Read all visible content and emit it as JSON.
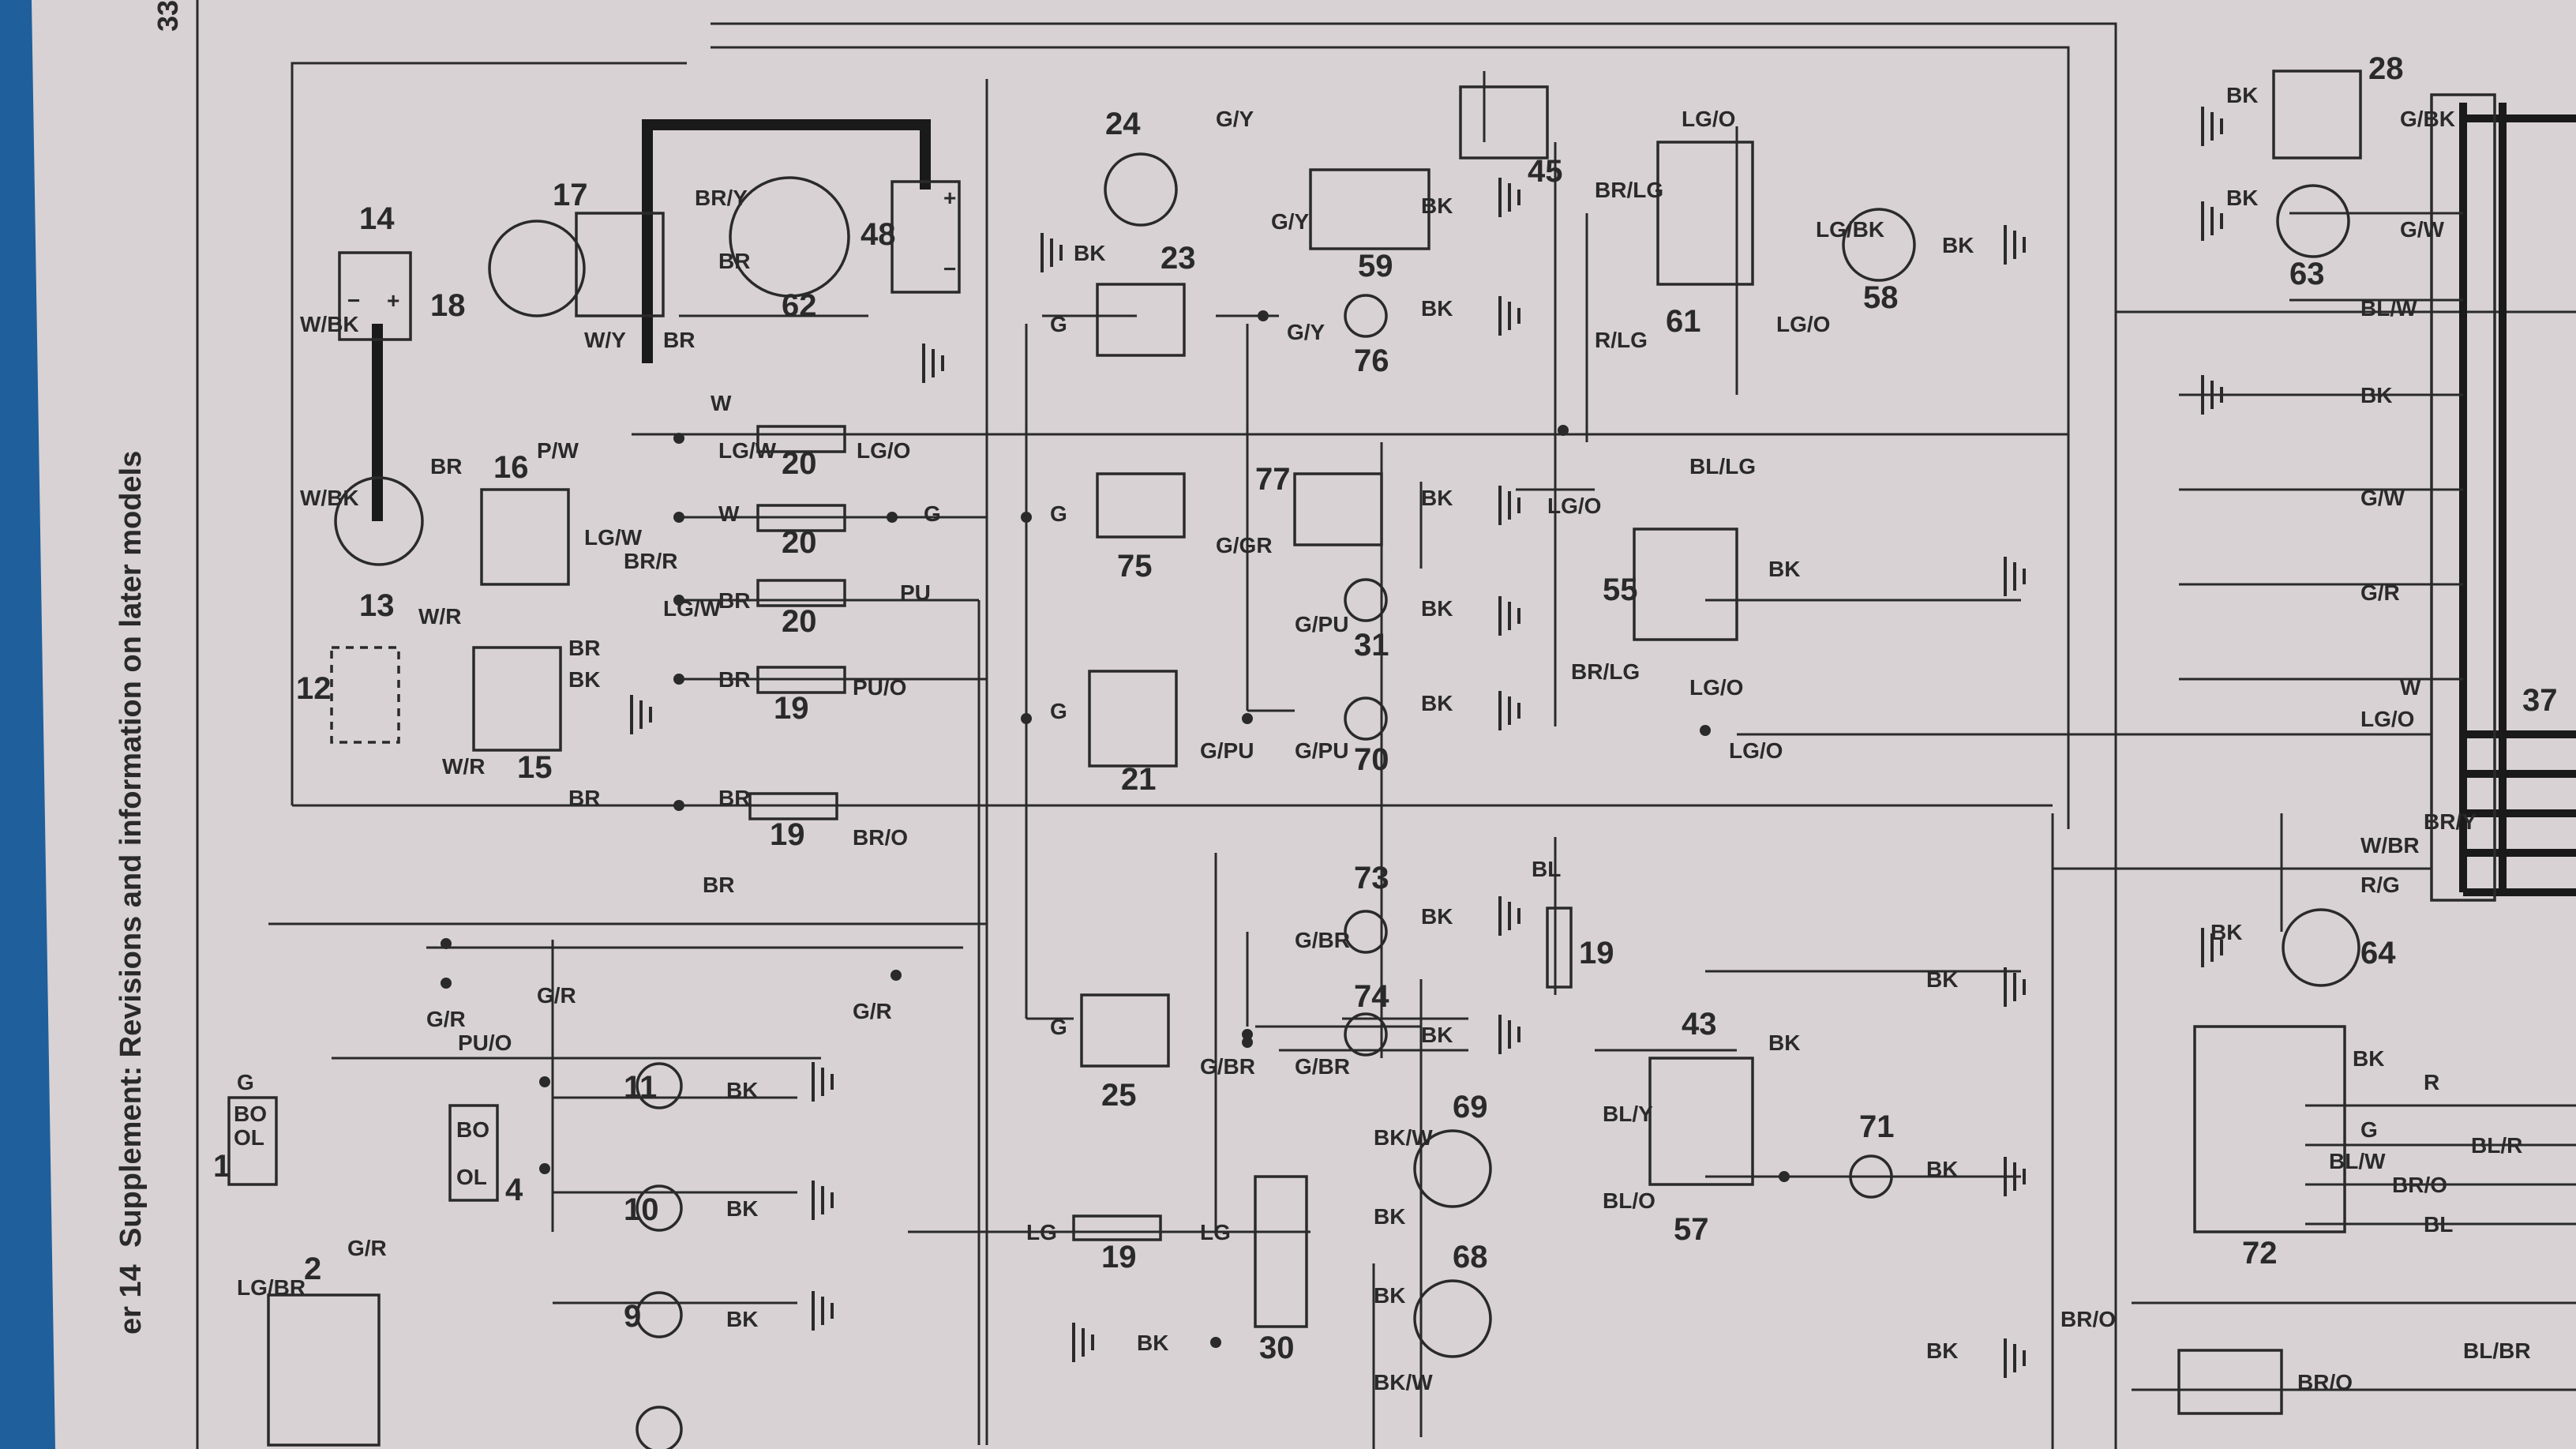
{
  "page": {
    "header": "Supplement: Revisions and information on later models",
    "chapter": "er 14",
    "page_number": "33"
  },
  "components": {
    "c1": "1",
    "c2": "2",
    "c4": "4",
    "c9": "9",
    "c10": "10",
    "c11": "11",
    "c12": "12",
    "c13": "13",
    "c14": "14",
    "c15": "15",
    "c16": "16",
    "c17": "17",
    "c18": "18",
    "c19a": "19",
    "c19b": "19",
    "c19c": "19",
    "c19d": "19",
    "c20a": "20",
    "c20b": "20",
    "c20c": "20",
    "c21": "21",
    "c23": "23",
    "c24": "24",
    "c25": "25",
    "c28": "28",
    "c30": "30",
    "c31": "31",
    "c37": "37",
    "c43": "43",
    "c45": "45",
    "c48": "48",
    "c55": "55",
    "c57": "57",
    "c58": "58",
    "c59": "59",
    "c61": "61",
    "c62": "62",
    "c63": "63",
    "c64": "64",
    "c68": "68",
    "c69": "69",
    "c70": "70",
    "c71": "71",
    "c72": "72",
    "c73": "73",
    "c74": "74",
    "c75": "75",
    "c76": "76",
    "c77": "77"
  },
  "wires": {
    "lg_br": "LG/BR",
    "g_r": "G/R",
    "g": "G",
    "pu_o": "PU/O",
    "bk": "BK",
    "w_bk": "W/BK",
    "br": "BR",
    "br_y": "BR/Y",
    "w_y": "W/Y",
    "p_w": "P/W",
    "w_r": "W/R",
    "lg_w": "LG/W",
    "br_r": "BR/R",
    "w": "W",
    "lg_o": "LG/O",
    "pu": "PU",
    "br_o": "BR/O",
    "lg": "LG",
    "g_br": "G/BR",
    "g_pu": "G/PU",
    "g_gr": "G/GR",
    "g_y": "G/Y",
    "bk_w": "BK/W",
    "bl": "BL",
    "bl_o": "BL/O",
    "bl_y": "BL/Y",
    "bl_lg": "BL/LG",
    "br_lg": "BR/LG",
    "r_lg": "R/LG",
    "lg_bk": "LG/BK",
    "g_bk": "G/BK",
    "g_w": "G/W",
    "bl_w": "BL/W",
    "w_br": "W/BR",
    "r_g": "R/G",
    "r": "R",
    "bl_r": "BL/R",
    "bl_br": "BL/BR",
    "ol": "OL",
    "bo": "BO",
    "plus": "+",
    "minus": "−"
  },
  "colors": {
    "paper": "#d8d2d4",
    "ink": "#2a2a2a",
    "background": "#1a1d22",
    "cover_blue": "#1f5f9c"
  }
}
